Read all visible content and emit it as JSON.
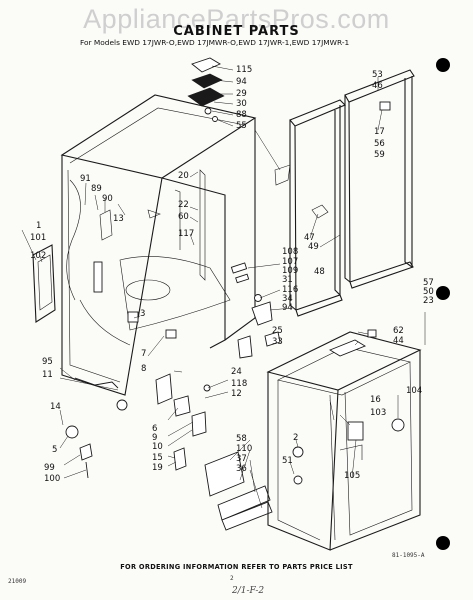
{
  "watermark": "AppliancePartsPros.com",
  "title": "CABINET PARTS",
  "models": "For Models EWD 17JWR-O,EWD 17JMWR-O,EWD 17JWR-1,EWD 17JMWR-1",
  "footer": "FOR ORDERING INFORMATION REFER TO PARTS PRICE LIST",
  "figure_code": "81-1095-A",
  "doc_code": "21009",
  "page_number": "2",
  "handwritten": "2/1-F-2",
  "callouts": [
    "115",
    "94",
    "29",
    "30",
    "88",
    "55",
    "53",
    "46",
    "17",
    "56",
    "59",
    "20",
    "22",
    "60",
    "117",
    "13",
    "91",
    "89",
    "90",
    "1",
    "101",
    "102",
    "47",
    "49",
    "48",
    "108",
    "107",
    "109",
    "31",
    "116",
    "34",
    "94",
    "57",
    "50",
    "23",
    "3",
    "7",
    "8",
    "95",
    "11",
    "14",
    "5",
    "99",
    "100",
    "62",
    "44",
    "25",
    "33",
    "24",
    "118",
    "12",
    "6",
    "9",
    "10",
    "15",
    "19",
    "58",
    "110",
    "37",
    "36",
    "16",
    "103",
    "104",
    "2",
    "51",
    "105"
  ]
}
